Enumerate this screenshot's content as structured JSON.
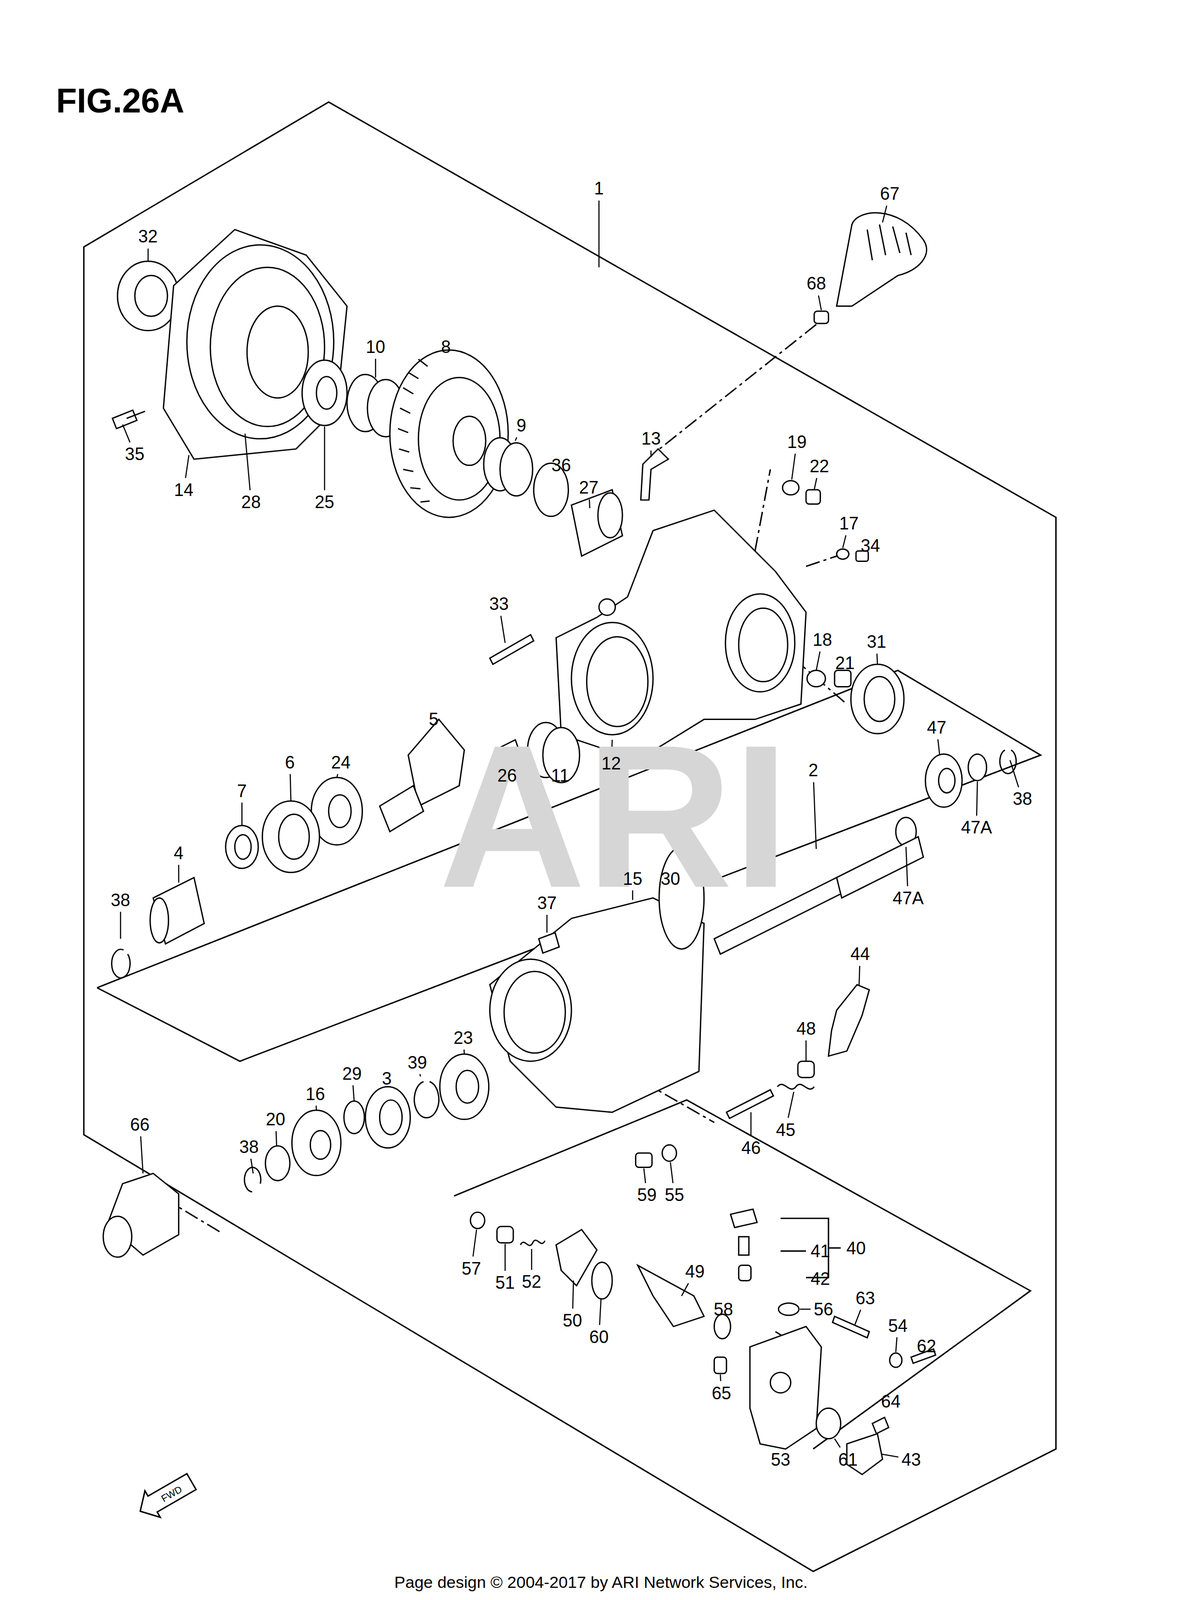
{
  "diagram": {
    "title": "FIG.26A",
    "caption": "Page design © 2004-2017 by ARI Network Services, Inc.",
    "labels": [
      "1",
      "67",
      "32",
      "68",
      "10",
      "8",
      "13",
      "19",
      "22",
      "9",
      "35",
      "36",
      "27",
      "14",
      "28",
      "25",
      "17",
      "34",
      "33",
      "18",
      "21",
      "31",
      "47",
      "5",
      "24",
      "6",
      "26",
      "11",
      "12",
      "38",
      "2",
      "47A",
      "47A",
      "7",
      "4",
      "38",
      "15",
      "30",
      "37",
      "44",
      "23",
      "39",
      "3",
      "29",
      "16",
      "20",
      "38",
      "48",
      "45",
      "46",
      "59",
      "55",
      "66",
      "40",
      "41",
      "42",
      "57",
      "51",
      "52",
      "49",
      "50",
      "60",
      "56",
      "58",
      "63",
      "54",
      "62",
      "65",
      "64",
      "43",
      "61",
      "53",
      "ARI",
      "FWD"
    ]
  }
}
